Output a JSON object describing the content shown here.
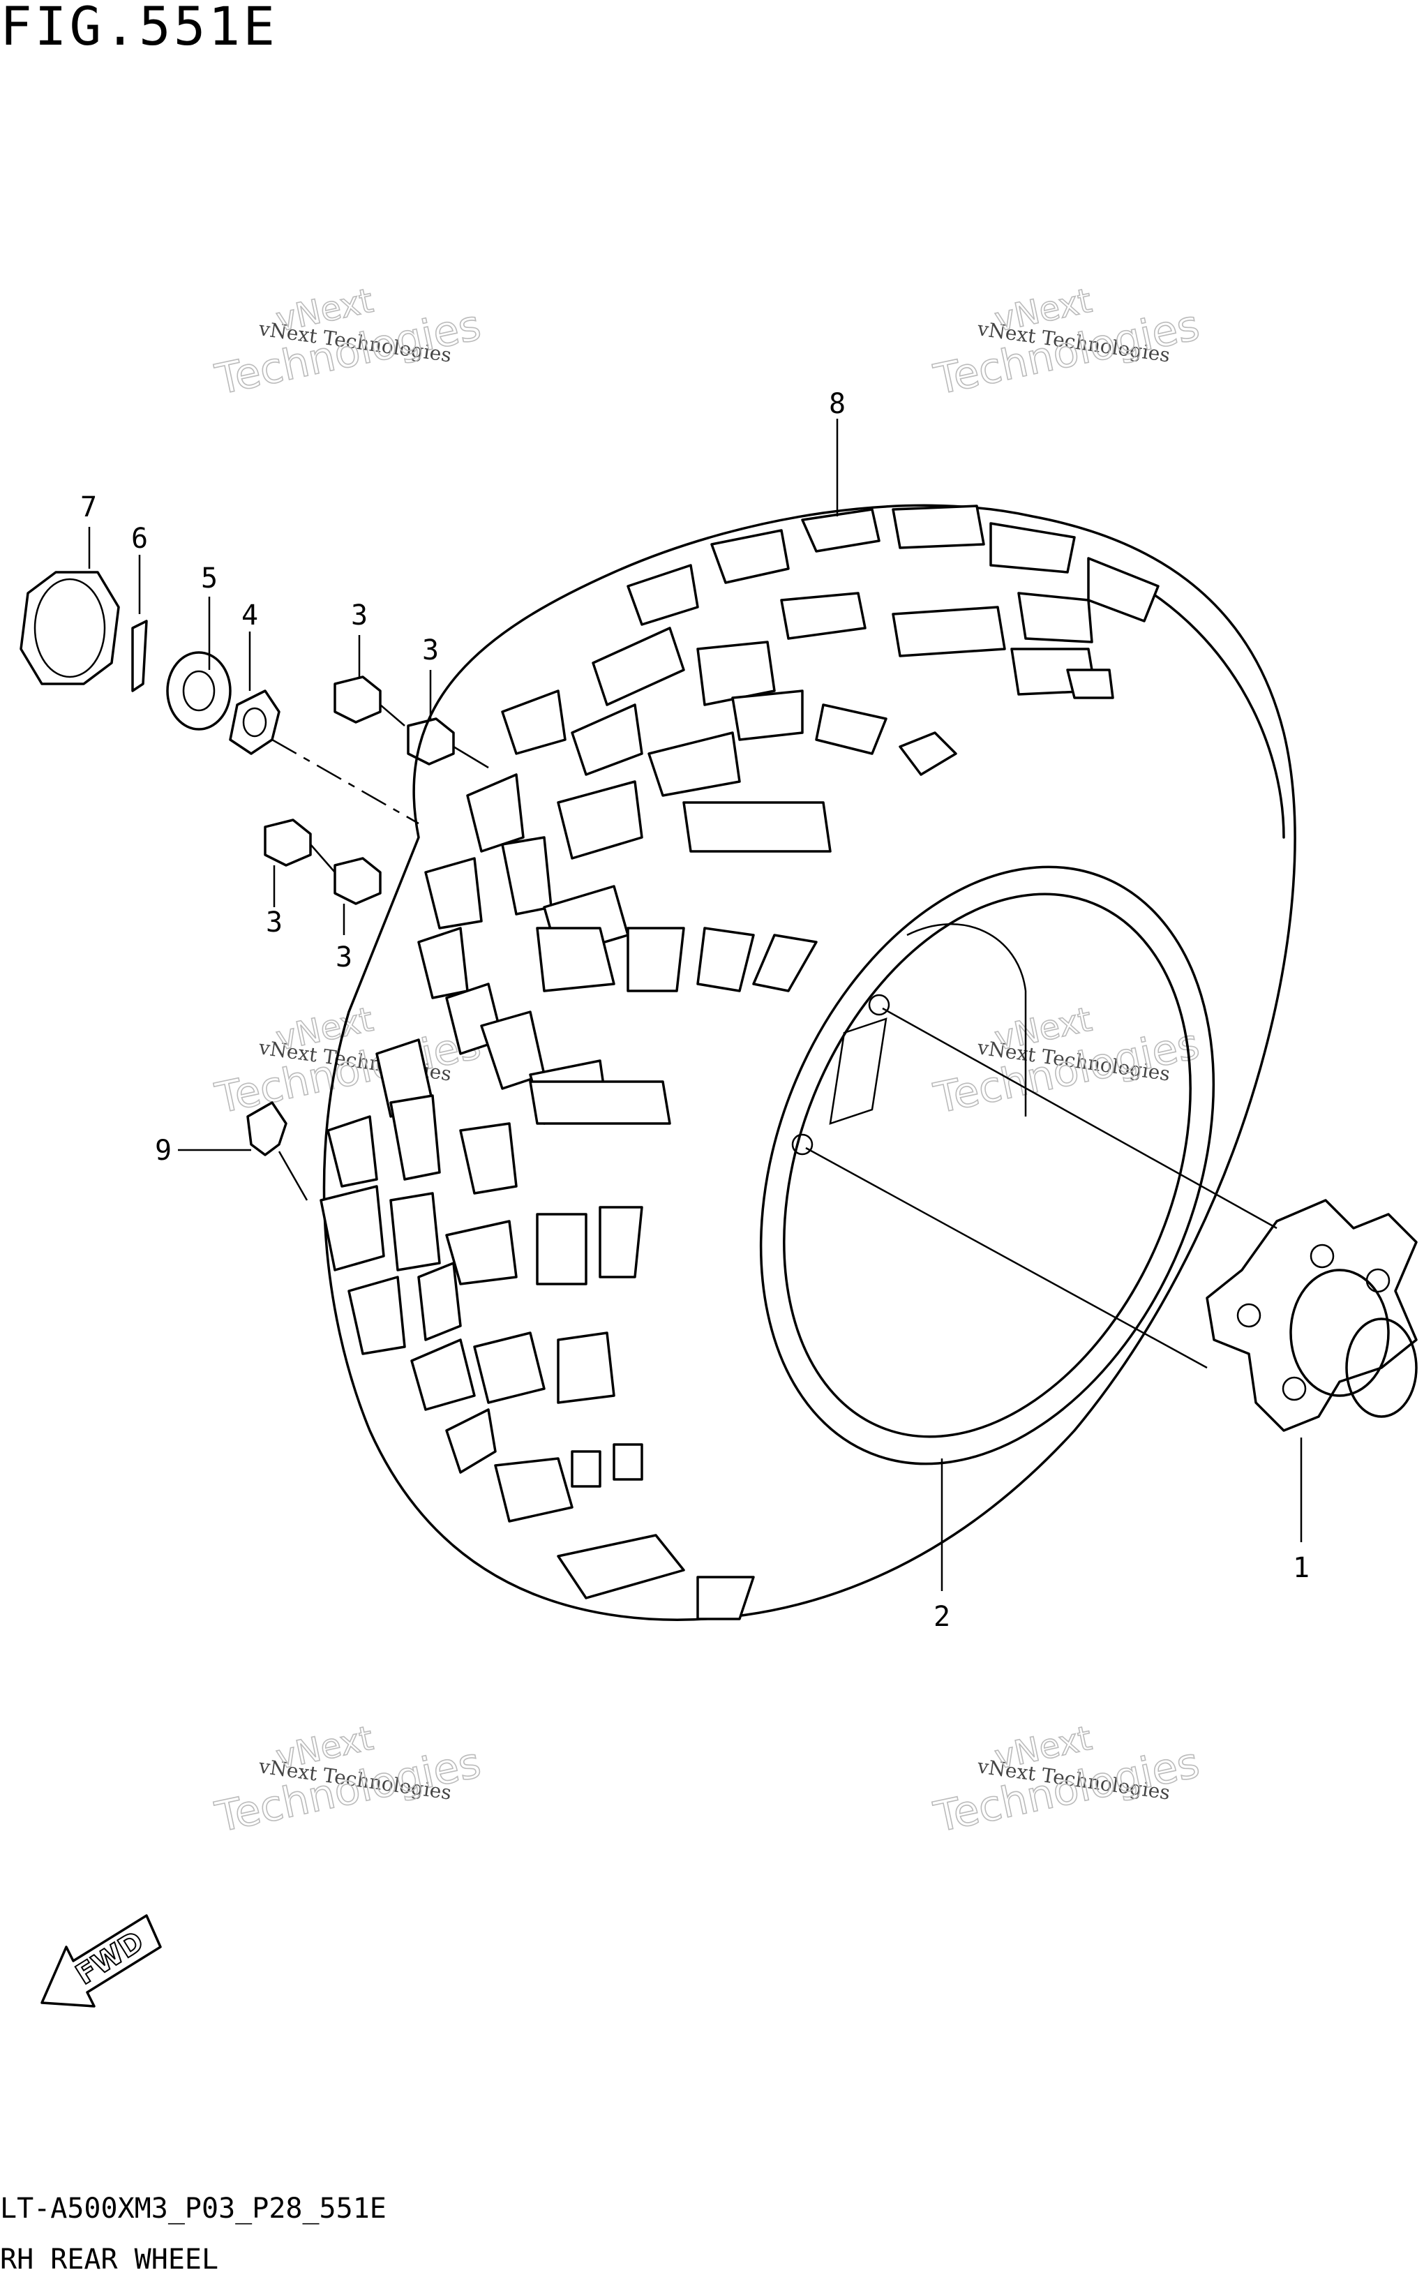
{
  "figure": {
    "title": "FIG.551E",
    "model_code": "LT-A500XM3_P03_P28_551E",
    "name": "RH REAR WHEEL"
  },
  "callouts": [
    "1",
    "2",
    "3",
    "3",
    "3",
    "3",
    "4",
    "5",
    "6",
    "7",
    "8",
    "9"
  ],
  "watermark": {
    "line1": "vNext Technologies",
    "line2a": "vNext",
    "line2b": "Technologies"
  },
  "fwd_label": "FWD",
  "icons": [
    "fwd-arrow-icon",
    "hub-icon",
    "wheel-icon",
    "tire-icon",
    "nut-icon",
    "valve-icon"
  ]
}
